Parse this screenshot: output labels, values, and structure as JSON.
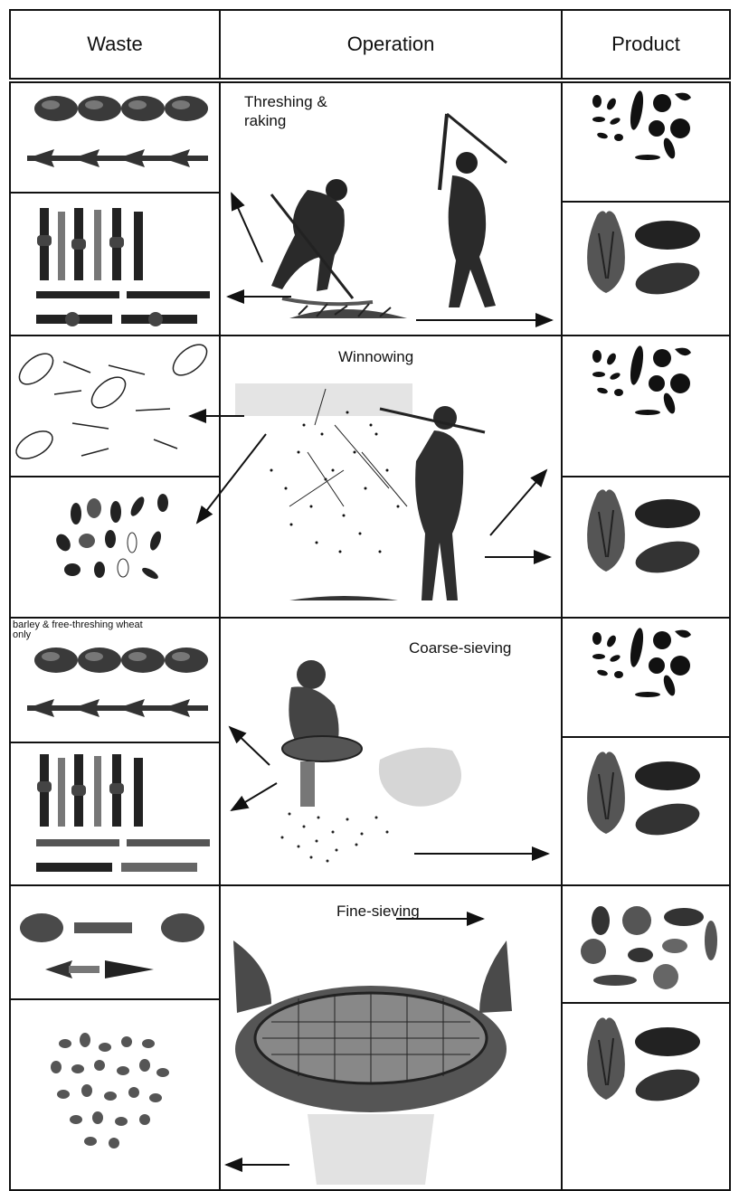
{
  "columns": {
    "waste": "Waste",
    "operation": "Operation",
    "product": "Product"
  },
  "stages": [
    {
      "name": "Threshing &\nraking"
    },
    {
      "name": "Winnowing"
    },
    {
      "name": "Coarse-sieving",
      "waste_note": "barley & free-threshing wheat\nonly"
    },
    {
      "name": "Fine-sieving"
    }
  ],
  "colors": {
    "ink": "#111111",
    "grain": "#2a2a2a",
    "chaff": "#8a8a8a",
    "bg": "#ffffff"
  }
}
